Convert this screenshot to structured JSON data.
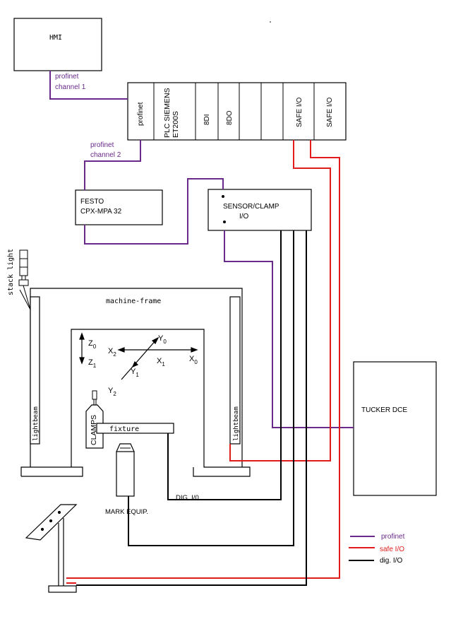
{
  "colors": {
    "profinet": "#6a2a8a",
    "safe_io": "#e21c1c",
    "dig_io": "#000000",
    "frame": "#000000",
    "background": "#ffffff"
  },
  "labels": {
    "hmi": "HMI",
    "profinet_ch1_line1": "profinet",
    "profinet_ch1_line2": "channel 1",
    "profinet_ch2_line1": "profinet",
    "profinet_ch2_line2": "channel 2",
    "plc_modules": [
      "profinet",
      "PLC SIEMENS",
      "ET200S",
      "8DI",
      "8DO",
      "SAFE I/O",
      "SAFE I/O"
    ],
    "festo_line1": "FESTO",
    "festo_line2": "CPX-MPA 32",
    "sensor_line1": "SENSOR/CLAMP",
    "sensor_line2": "I/O",
    "stack_light": "stack light",
    "machine_frame": "machine-frame",
    "lightbeam": "lightbeam",
    "clamps": "CLAMPS",
    "fixture": "fixture",
    "mark_equip": "MARK EQUIP.",
    "dig_io": "DIG. I/0",
    "tucker": "TUCKER DCE",
    "axes": {
      "z0": "Z",
      "z0_sub": "0",
      "z1": "Z",
      "z1_sub": "1",
      "x2": "X",
      "x2_sub": "2",
      "y0": "Y",
      "y0_sub": "0",
      "x1": "X",
      "x1_sub": "1",
      "x0": "X",
      "x0_sub": "0",
      "y1": "Y",
      "y1_sub": "1",
      "y2": "Y",
      "y2_sub": "2"
    }
  },
  "legend": [
    {
      "label": "profinet",
      "color_key": "profinet"
    },
    {
      "label": "safe I/O",
      "color_key": "safe_io"
    },
    {
      "label": "dig. I/O",
      "color_key": "dig_io"
    }
  ]
}
